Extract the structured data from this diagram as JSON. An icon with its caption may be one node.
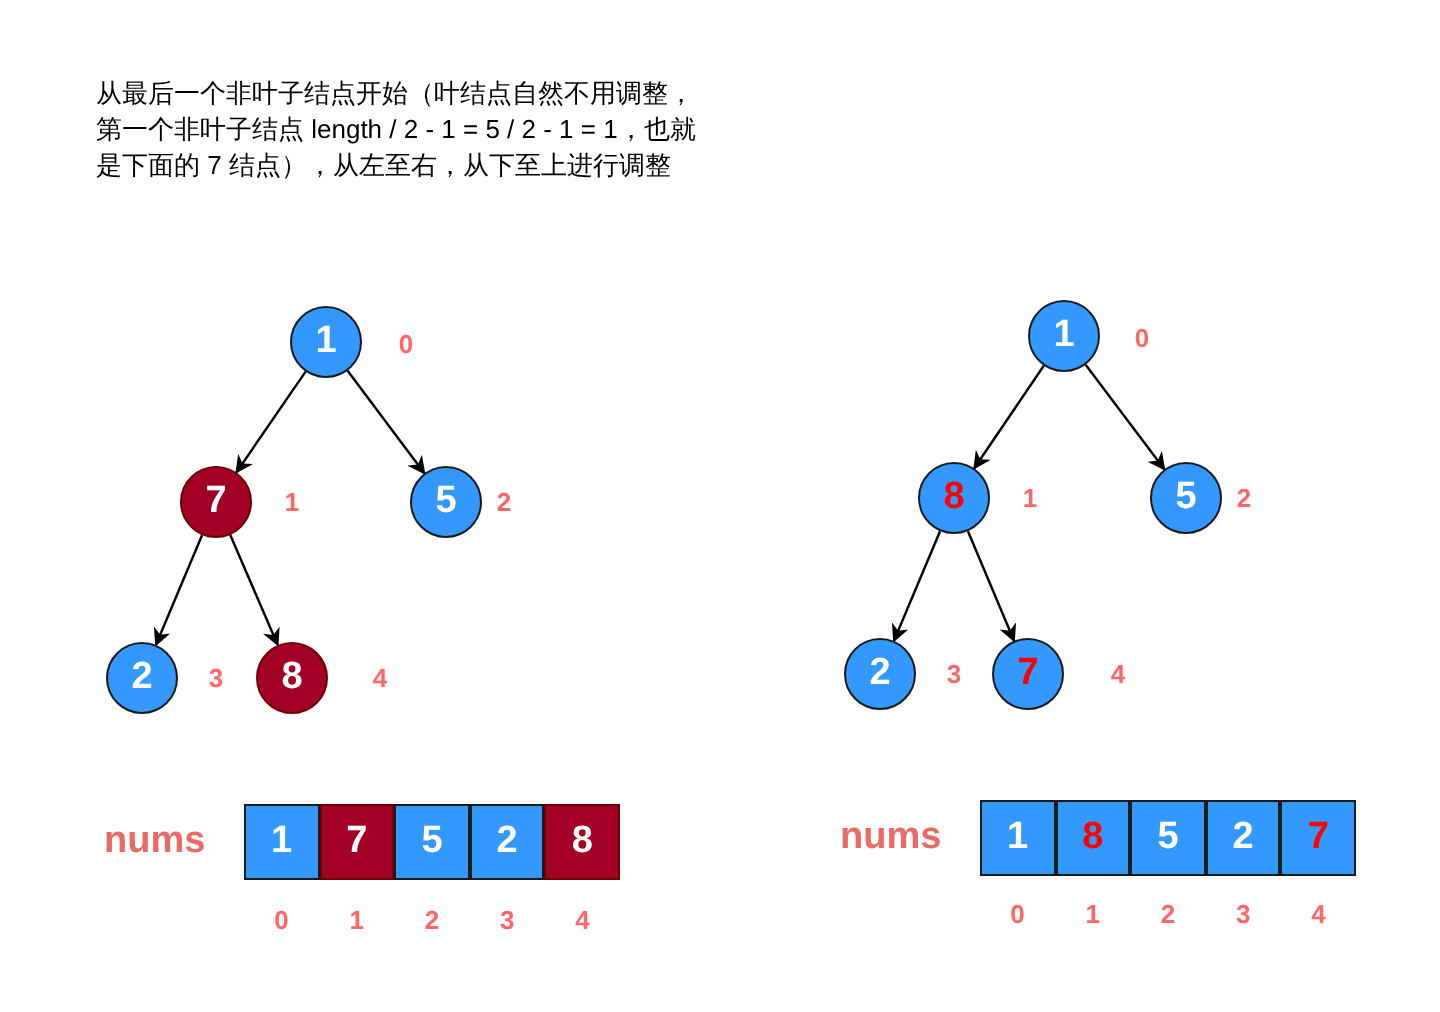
{
  "diagram": {
    "nodes": [
      {
        "text": [
          "1"
        ],
        "beside": [
          "0"
        ]
      },
      {
        "text": [
          "7"
        ],
        "beside": [
          "1"
        ]
      },
      {
        "text": [
          "5"
        ],
        "beside": [
          "2"
        ]
      },
      {
        "text": [
          "2"
        ],
        "beside": [
          "3"
        ]
      },
      {
        "text": [
          "8"
        ],
        "beside": [
          "4"
        ]
      },
      {
        "text": [
          "1"
        ],
        "beside": [
          "0"
        ]
      },
      {
        "text": [
          "7"
        ],
        "beside": [
          "1"
        ]
      },
      {
        "text": [
          "5"
        ],
        "beside": [
          "2"
        ]
      },
      {
        "text": [
          "2"
        ],
        "beside": [
          "3"
        ]
      },
      {
        "text": [
          "8"
        ],
        "beside": [
          "4"
        ]
      },
      {
        "text": [
          "1"
        ],
        "beside": [
          "0"
        ]
      },
      {
        "text": [
          "8"
        ],
        "beside": [
          "1"
        ]
      },
      {
        "text": [
          "5"
        ],
        "beside": [
          "2"
        ]
      },
      {
        "text": [
          "2"
        ],
        "beside": [
          "3"
        ]
      },
      {
        "text": [
          "7"
        ],
        "beside": [
          "4"
        ]
      },
      {
        "text": [
          "1"
        ],
        "beside": [
          "0"
        ]
      },
      {
        "text": [
          "8"
        ],
        "beside": [
          "1"
        ]
      },
      {
        "text": [
          "5"
        ],
        "beside": [
          "2"
        ]
      },
      {
        "text": [
          "2"
        ],
        "beside": [
          "3"
        ]
      },
      {
        "text": [
          "7"
        ],
        "beside": [
          "4"
        ]
      }
    ],
    "edges": [
      {
        "from": 0,
        "to": 1,
        "arrow": "to"
      },
      {
        "from": 0,
        "to": 2,
        "arrow": "to"
      },
      {
        "from": 1,
        "to": 3,
        "arrow": "to"
      },
      {
        "from": 1,
        "to": 4,
        "arrow": "to"
      },
      {
        "from": 10,
        "to": 11,
        "arrow": "to"
      },
      {
        "from": 10,
        "to": 12,
        "arrow": "to"
      },
      {
        "from": 11,
        "to": 13,
        "arrow": "to"
      },
      {
        "from": 11,
        "to": 14,
        "arrow": "to"
      }
    ],
    "labels": [
      "从最后一个非叶子结点开始（叶结点自然不用调整，第一个非叶子结点 length / 2 - 1 = 5 / 2 - 1 = 1，也就是下面的 7 结点），从左至右，从下至上进行调整",
      "nums",
      "nums"
    ]
  }
}
